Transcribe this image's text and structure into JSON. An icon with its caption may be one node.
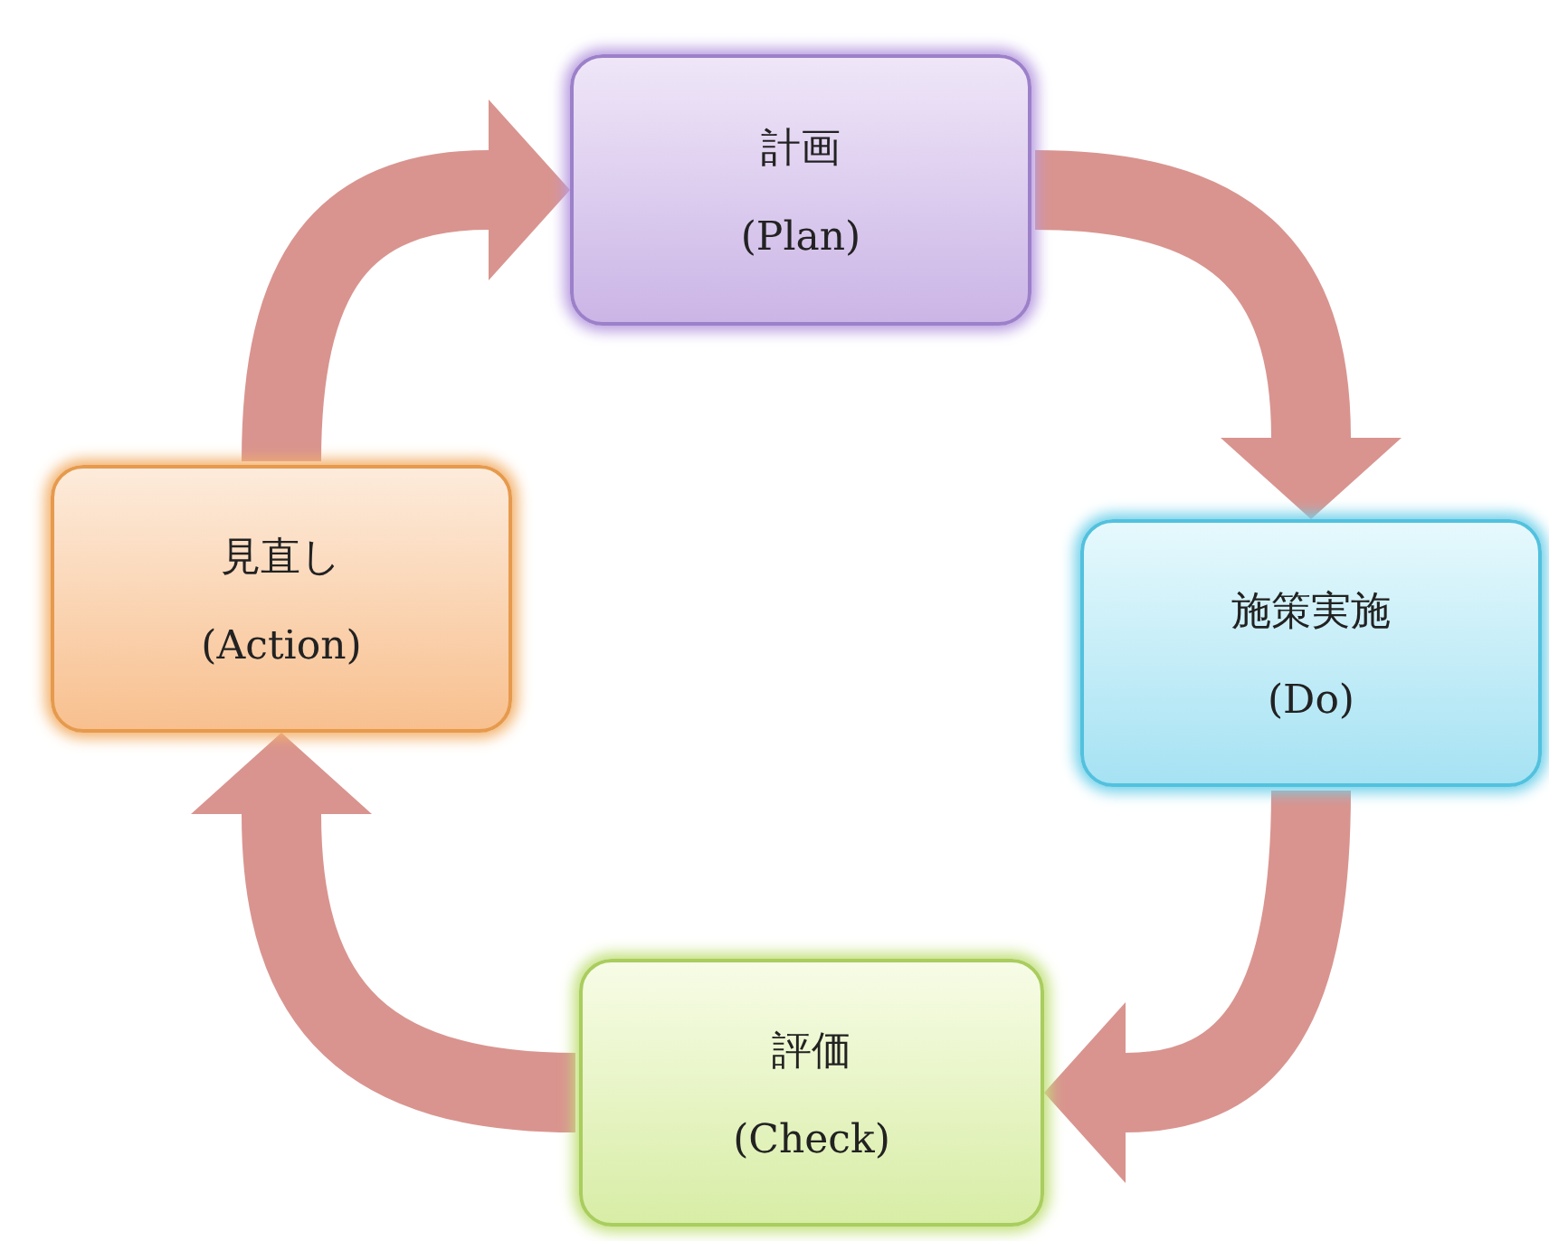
{
  "diagram": {
    "nodes": [
      {
        "text": [
          "計画",
          "(Plan)"
        ]
      },
      {
        "text": [
          "施策実施",
          "(Do)"
        ]
      },
      {
        "text": [
          "評価",
          "(Check)"
        ]
      },
      {
        "text": [
          "見直し",
          "(Action)"
        ]
      }
    ],
    "edges": [
      {
        "from": 0,
        "to": 1,
        "arrow": "to"
      },
      {
        "from": 1,
        "to": 2,
        "arrow": "to"
      },
      {
        "from": 2,
        "to": 3,
        "arrow": "to"
      },
      {
        "from": 3,
        "to": 0,
        "arrow": "to"
      }
    ]
  }
}
